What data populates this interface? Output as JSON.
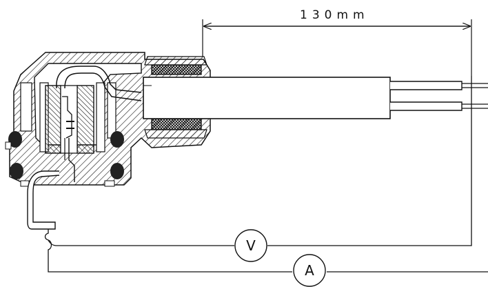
{
  "dimension": {
    "label": "130mm"
  },
  "meters": {
    "voltmeter": {
      "symbol": "V"
    },
    "ammeter": {
      "symbol": "A"
    }
  },
  "colors": {
    "line": "#111111",
    "background": "#ffffff"
  }
}
